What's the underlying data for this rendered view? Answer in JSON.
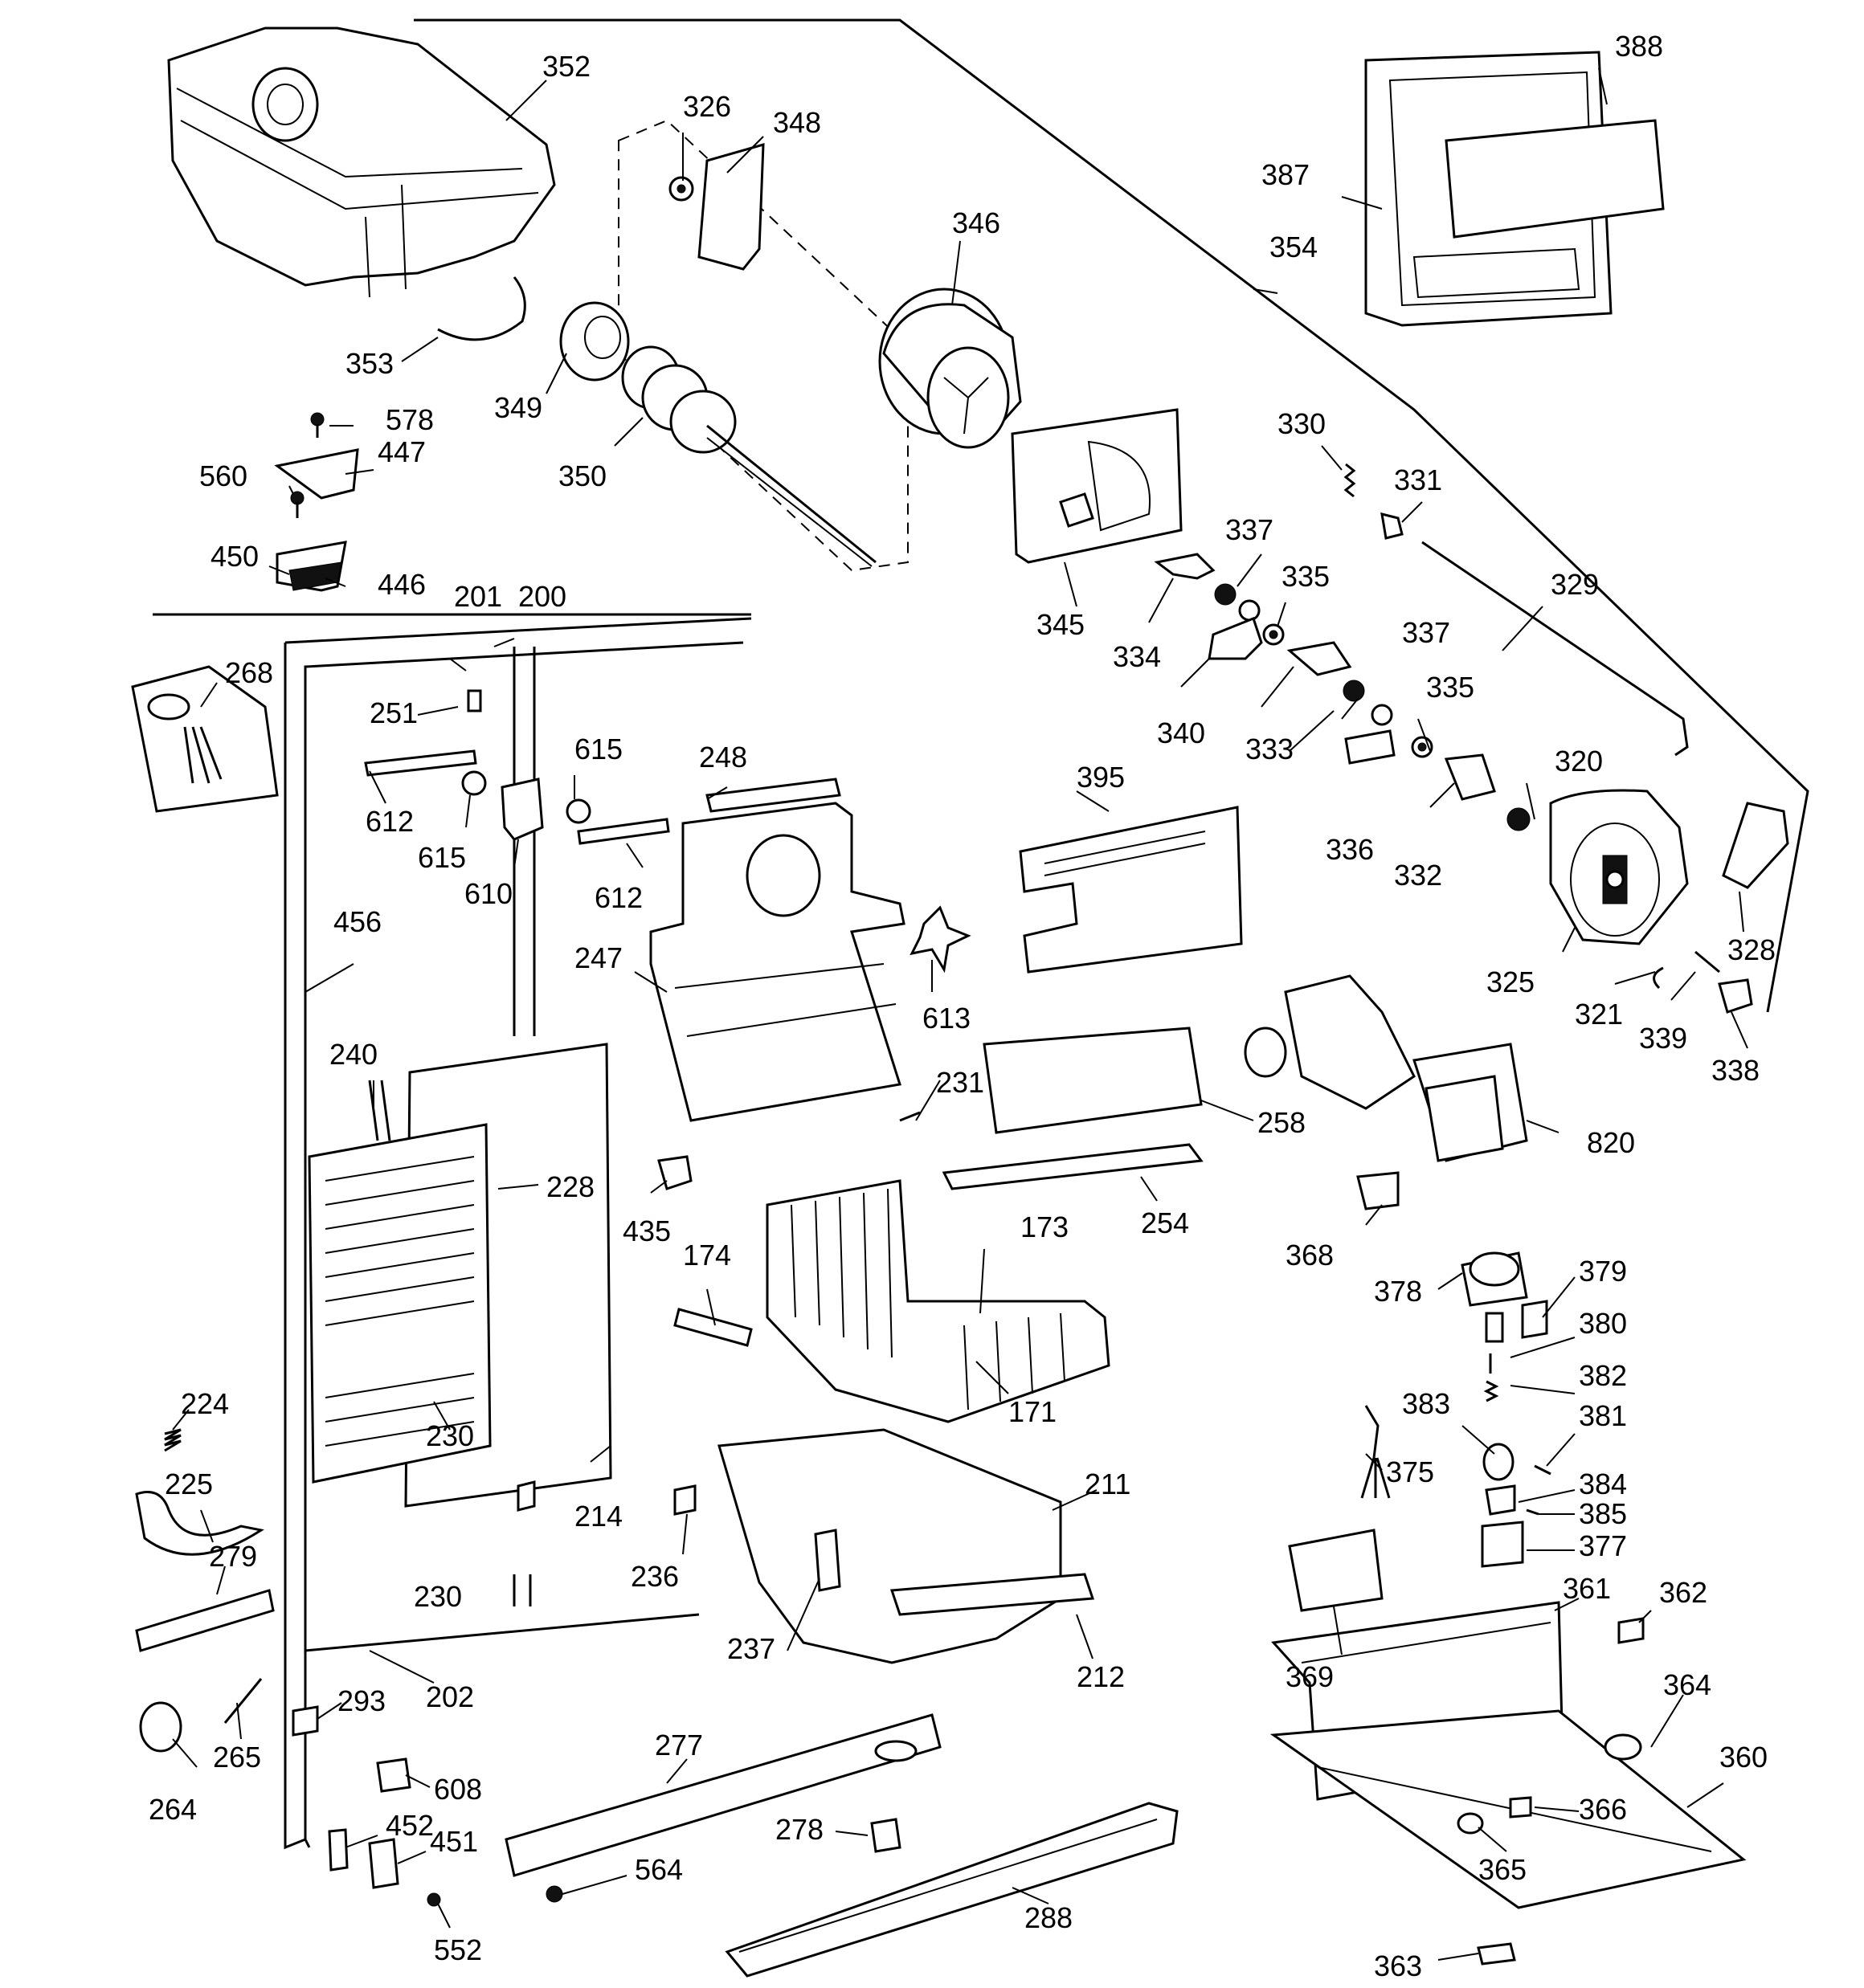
{
  "diagram": {
    "part_labels": [
      "352",
      "326",
      "348",
      "346",
      "388",
      "387",
      "354",
      "353",
      "349",
      "350",
      "578",
      "447",
      "560",
      "450",
      "446",
      "330",
      "331",
      "337",
      "335",
      "329",
      "345",
      "334",
      "340",
      "333",
      "336",
      "332",
      "320",
      "201",
      "200",
      "268",
      "251",
      "615",
      "248",
      "612",
      "610",
      "395",
      "328",
      "325",
      "321",
      "339",
      "338",
      "456",
      "247",
      "613",
      "240",
      "231",
      "228",
      "258",
      "820",
      "254",
      "435",
      "173",
      "174",
      "368",
      "378",
      "379",
      "380",
      "382",
      "383",
      "381",
      "224",
      "375",
      "384",
      "385",
      "377",
      "225",
      "230",
      "214",
      "211",
      "236",
      "279",
      "361",
      "362",
      "369",
      "237",
      "212",
      "202",
      "293",
      "265",
      "264",
      "608",
      "277",
      "364",
      "360",
      "452",
      "278",
      "451",
      "366",
      "365",
      "564",
      "288",
      "552",
      "363",
      "171"
    ]
  }
}
